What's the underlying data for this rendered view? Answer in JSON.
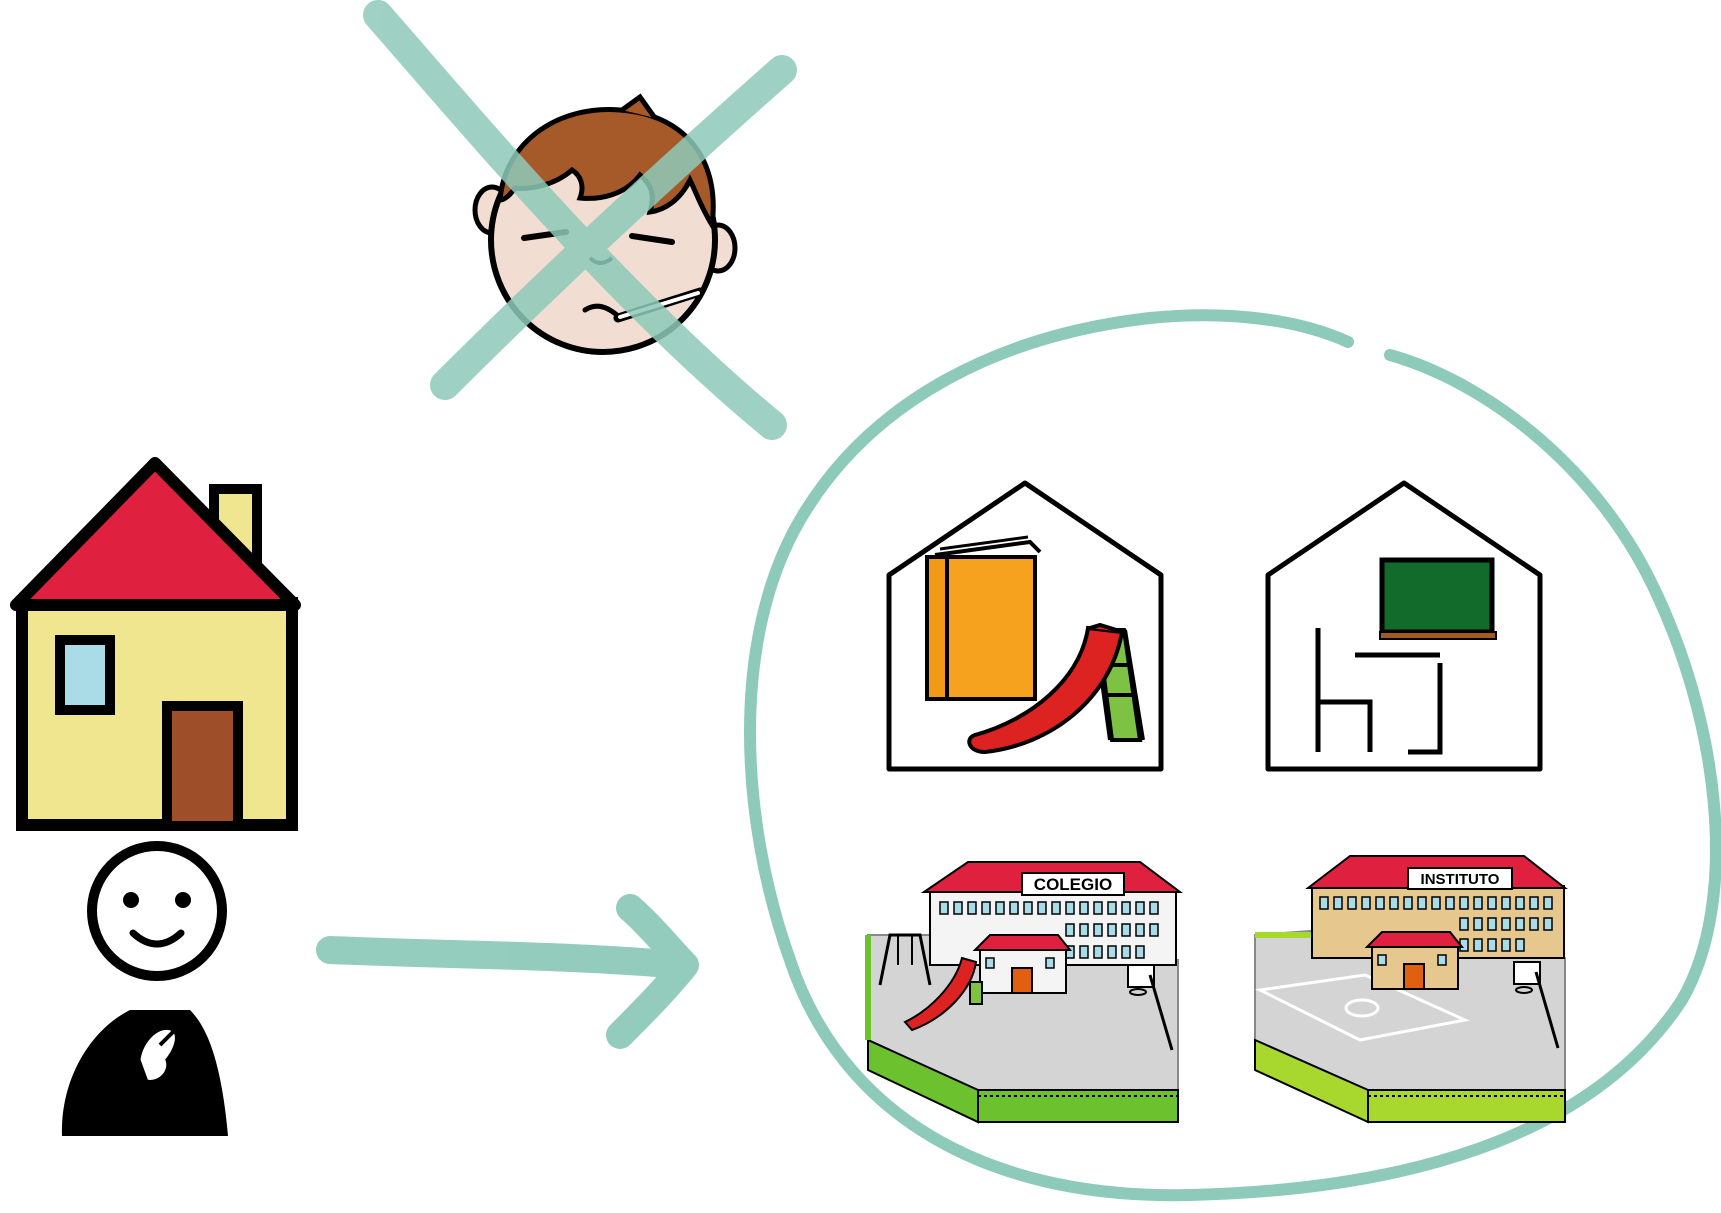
{
  "colors": {
    "accent_teal": "#8ecab9",
    "roof_red": "#e0203f",
    "house_wall": "#efe68f",
    "window_blue": "#a9dce6",
    "door_brown": "#9e4f2a",
    "face_skin": "#f2ddd3",
    "hair_brown": "#a65a2a",
    "book_orange": "#f6a21e",
    "slide_red": "#dd2222",
    "ladder_green": "#7dc242",
    "board_green": "#136b2b",
    "ground_grey": "#d4d4d4",
    "fence_green": "#6bc22e"
  },
  "signs": {
    "colegio": "COLEGIO",
    "instituto": "INSTITUTO"
  },
  "icons": [
    "sick-child-icon",
    "cross-out-mark",
    "house-icon",
    "person-self-icon",
    "arrow-right-icon",
    "kindergarten-icon",
    "classroom-icon",
    "primary-school-icon",
    "high-school-icon",
    "group-circle"
  ]
}
